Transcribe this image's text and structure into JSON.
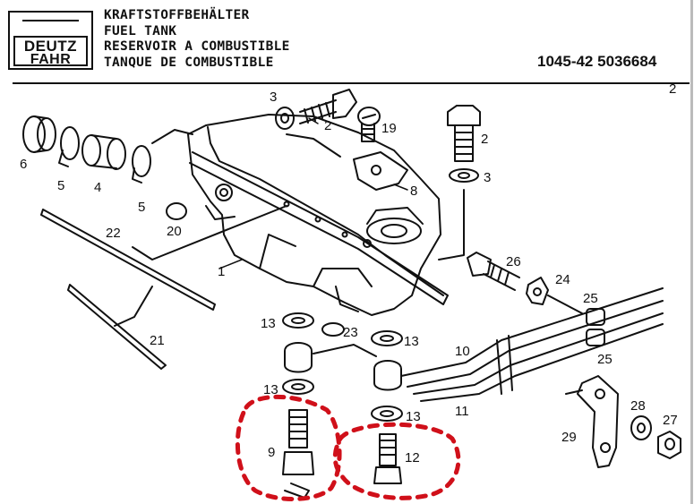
{
  "header": {
    "brand_line1": "DEUTZ",
    "brand_line2": "FAHR",
    "titles": [
      "KRAFTSTOFFBEHÄLTER",
      "FUEL TANK",
      "RESERVOIR A COMBUSTIBLE",
      "TANQUE DE COMBUSTIBLE"
    ],
    "part_number": "1045-42 5036684",
    "page_number": "2"
  },
  "callouts": {
    "c1": "1",
    "c2a": "2",
    "c2b": "2",
    "c3a": "3",
    "c3b": "3",
    "c4": "4",
    "c5a": "5",
    "c5b": "5",
    "c6": "6",
    "c8": "8",
    "c9": "9",
    "c10": "10",
    "c11": "11",
    "c12": "12",
    "c13a": "13",
    "c13b": "13",
    "c13c": "13",
    "c13d": "13",
    "c19": "19",
    "c20": "20",
    "c21": "21",
    "c22": "22",
    "c23": "23",
    "c24": "24",
    "c25a": "25",
    "c25b": "25",
    "c26": "26",
    "c27": "27",
    "c28": "28",
    "c29": "29"
  },
  "colors": {
    "ink": "#111111",
    "highlight": "#d0101a"
  }
}
